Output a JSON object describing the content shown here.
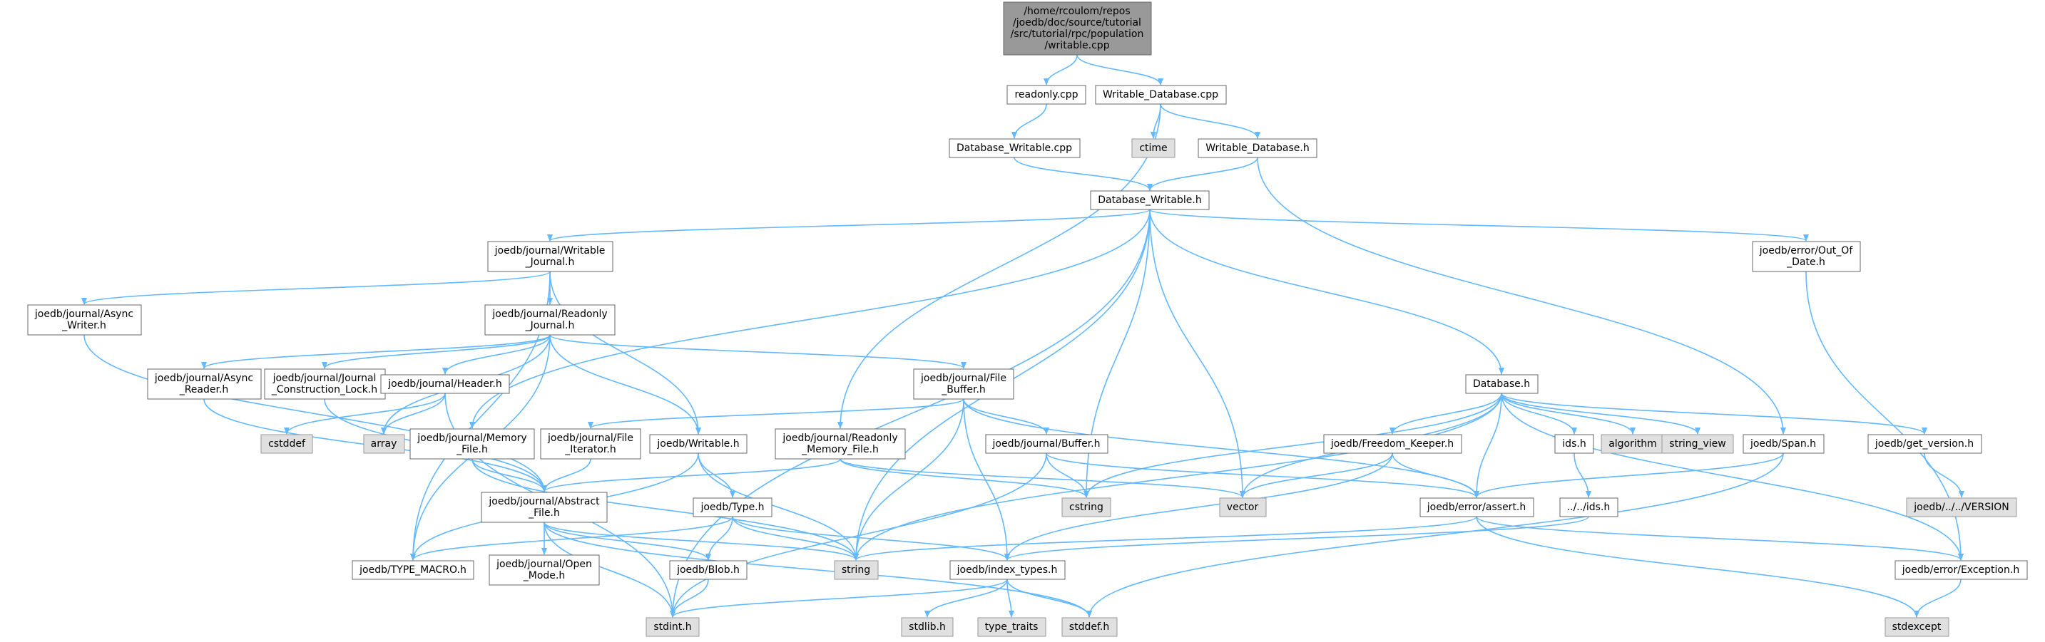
{
  "colors": {
    "edge": "#63b8ff",
    "node_fill": "#ffffff",
    "node_stroke": "#666666",
    "root_fill": "#999999",
    "root_stroke": "#666666",
    "external_fill": "#e0e0e0",
    "external_stroke": "#999999"
  },
  "nodes": [
    {
      "id": "root",
      "kind": "root",
      "lines": [
        "/home/rcoulom/repos",
        "/joedb/doc/source/tutorial",
        "/src/tutorial/rpc/population",
        "/writable.cpp"
      ]
    },
    {
      "id": "readonly_cpp",
      "kind": "file",
      "lines": [
        "readonly.cpp"
      ]
    },
    {
      "id": "writable_database_cpp",
      "kind": "file",
      "lines": [
        "Writable_Database.cpp"
      ]
    },
    {
      "id": "database_writable_cpp",
      "kind": "file",
      "lines": [
        "Database_Writable.cpp"
      ]
    },
    {
      "id": "ctime",
      "kind": "external",
      "lines": [
        "ctime"
      ]
    },
    {
      "id": "writable_database_h",
      "kind": "file",
      "lines": [
        "Writable_Database.h"
      ]
    },
    {
      "id": "database_writable_h",
      "kind": "file",
      "lines": [
        "Database_Writable.h"
      ]
    },
    {
      "id": "writable_journal_h",
      "kind": "file",
      "lines": [
        "joedb/journal/Writable",
        "_Journal.h"
      ]
    },
    {
      "id": "out_of_date_h",
      "kind": "file",
      "lines": [
        "joedb/error/Out_Of",
        "_Date.h"
      ]
    },
    {
      "id": "async_writer_h",
      "kind": "file",
      "lines": [
        "joedb/journal/Async",
        "_Writer.h"
      ]
    },
    {
      "id": "readonly_journal_h",
      "kind": "file",
      "lines": [
        "joedb/journal/Readonly",
        "_Journal.h"
      ]
    },
    {
      "id": "async_reader_h",
      "kind": "file",
      "lines": [
        "joedb/journal/Async",
        "_Reader.h"
      ]
    },
    {
      "id": "journal_construction_lock_h",
      "kind": "file",
      "lines": [
        "joedb/journal/Journal",
        "_Construction_Lock.h"
      ]
    },
    {
      "id": "header_h",
      "kind": "file",
      "lines": [
        "joedb/journal/Header.h"
      ]
    },
    {
      "id": "file_buffer_h",
      "kind": "file",
      "lines": [
        "joedb/journal/File",
        "_Buffer.h"
      ]
    },
    {
      "id": "database_h",
      "kind": "file",
      "lines": [
        "Database.h"
      ]
    },
    {
      "id": "cstddef",
      "kind": "external",
      "lines": [
        "cstddef"
      ]
    },
    {
      "id": "array",
      "kind": "external",
      "lines": [
        "array"
      ]
    },
    {
      "id": "memory_file_h",
      "kind": "file",
      "lines": [
        "joedb/journal/Memory",
        "_File.h"
      ]
    },
    {
      "id": "file_iterator_h",
      "kind": "file",
      "lines": [
        "joedb/journal/File",
        "_Iterator.h"
      ]
    },
    {
      "id": "writable_h",
      "kind": "file",
      "lines": [
        "joedb/Writable.h"
      ]
    },
    {
      "id": "readonly_memory_file_h",
      "kind": "file",
      "lines": [
        "joedb/journal/Readonly",
        "_Memory_File.h"
      ]
    },
    {
      "id": "buffer_h",
      "kind": "file",
      "lines": [
        "joedb/journal/Buffer.h"
      ]
    },
    {
      "id": "freedom_keeper_h",
      "kind": "file",
      "lines": [
        "joedb/Freedom_Keeper.h"
      ]
    },
    {
      "id": "ids_h",
      "kind": "file",
      "lines": [
        "ids.h"
      ]
    },
    {
      "id": "algorithm",
      "kind": "external",
      "lines": [
        "algorithm"
      ]
    },
    {
      "id": "string_view",
      "kind": "external",
      "lines": [
        "string_view"
      ]
    },
    {
      "id": "span_h",
      "kind": "file",
      "lines": [
        "joedb/Span.h"
      ]
    },
    {
      "id": "get_version_h",
      "kind": "file",
      "lines": [
        "joedb/get_version.h"
      ]
    },
    {
      "id": "abstract_file_h",
      "kind": "file",
      "lines": [
        "joedb/journal/Abstract",
        "_File.h"
      ]
    },
    {
      "id": "type_h",
      "kind": "file",
      "lines": [
        "joedb/Type.h"
      ]
    },
    {
      "id": "cstring",
      "kind": "external",
      "lines": [
        "cstring"
      ]
    },
    {
      "id": "vector",
      "kind": "external",
      "lines": [
        "vector"
      ]
    },
    {
      "id": "assert_h",
      "kind": "file",
      "lines": [
        "joedb/error/assert.h"
      ]
    },
    {
      "id": "dotdot_ids_h",
      "kind": "file",
      "lines": [
        "../../ids.h"
      ]
    },
    {
      "id": "version",
      "kind": "external",
      "lines": [
        "joedb/../../VERSION"
      ]
    },
    {
      "id": "type_macro_h",
      "kind": "file",
      "lines": [
        "joedb/TYPE_MACRO.h"
      ]
    },
    {
      "id": "open_mode_h",
      "kind": "file",
      "lines": [
        "joedb/journal/Open",
        "_Mode.h"
      ]
    },
    {
      "id": "blob_h",
      "kind": "file",
      "lines": [
        "joedb/Blob.h"
      ]
    },
    {
      "id": "string",
      "kind": "external",
      "lines": [
        "string"
      ]
    },
    {
      "id": "index_types_h",
      "kind": "file",
      "lines": [
        "joedb/index_types.h"
      ]
    },
    {
      "id": "exception_h",
      "kind": "file",
      "lines": [
        "joedb/error/Exception.h"
      ]
    },
    {
      "id": "stdint_h",
      "kind": "external",
      "lines": [
        "stdint.h"
      ]
    },
    {
      "id": "stdlib_h",
      "kind": "external",
      "lines": [
        "stdlib.h"
      ]
    },
    {
      "id": "type_traits",
      "kind": "external",
      "lines": [
        "type_traits"
      ]
    },
    {
      "id": "stddef_h",
      "kind": "external",
      "lines": [
        "stddef.h"
      ]
    },
    {
      "id": "stdexcept",
      "kind": "external",
      "lines": [
        "stdexcept"
      ]
    }
  ],
  "edges": [
    [
      "root",
      "readonly_cpp"
    ],
    [
      "root",
      "writable_database_cpp"
    ],
    [
      "readonly_cpp",
      "database_writable_cpp"
    ],
    [
      "writable_database_cpp",
      "readonly_memory_file_h"
    ],
    [
      "writable_database_cpp",
      "ctime"
    ],
    [
      "writable_database_cpp",
      "writable_database_h"
    ],
    [
      "database_writable_cpp",
      "database_writable_h"
    ],
    [
      "writable_database_h",
      "database_writable_h"
    ],
    [
      "writable_database_h",
      "span_h"
    ],
    [
      "database_writable_h",
      "writable_journal_h"
    ],
    [
      "database_writable_h",
      "memory_file_h"
    ],
    [
      "database_writable_h",
      "cstring"
    ],
    [
      "database_writable_h",
      "string"
    ],
    [
      "database_writable_h",
      "vector"
    ],
    [
      "database_writable_h",
      "database_h"
    ],
    [
      "database_writable_h",
      "out_of_date_h"
    ],
    [
      "database_writable_h",
      "stdint_h"
    ],
    [
      "writable_journal_h",
      "async_writer_h"
    ],
    [
      "writable_journal_h",
      "readonly_journal_h"
    ],
    [
      "writable_journal_h",
      "writable_h"
    ],
    [
      "writable_journal_h",
      "type_macro_h"
    ],
    [
      "out_of_date_h",
      "exception_h"
    ],
    [
      "async_writer_h",
      "abstract_file_h"
    ],
    [
      "readonly_journal_h",
      "async_reader_h"
    ],
    [
      "readonly_journal_h",
      "journal_construction_lock_h"
    ],
    [
      "readonly_journal_h",
      "header_h"
    ],
    [
      "readonly_journal_h",
      "file_buffer_h"
    ],
    [
      "readonly_journal_h",
      "array"
    ],
    [
      "readonly_journal_h",
      "writable_h"
    ],
    [
      "readonly_journal_h",
      "type_macro_h"
    ],
    [
      "async_reader_h",
      "abstract_file_h"
    ],
    [
      "journal_construction_lock_h",
      "abstract_file_h"
    ],
    [
      "header_h",
      "cstddef"
    ],
    [
      "header_h",
      "array"
    ],
    [
      "header_h",
      "stdint_h"
    ],
    [
      "file_buffer_h",
      "file_iterator_h"
    ],
    [
      "file_buffer_h",
      "buffer_h"
    ],
    [
      "file_buffer_h",
      "index_types_h"
    ],
    [
      "file_buffer_h",
      "string"
    ],
    [
      "file_buffer_h",
      "assert_h"
    ],
    [
      "database_h",
      "freedom_keeper_h"
    ],
    [
      "database_h",
      "ids_h"
    ],
    [
      "database_h",
      "algorithm"
    ],
    [
      "database_h",
      "string_view"
    ],
    [
      "database_h",
      "get_version_h"
    ],
    [
      "database_h",
      "assert_h"
    ],
    [
      "database_h",
      "exception_h"
    ],
    [
      "database_h",
      "cstring"
    ],
    [
      "database_h",
      "vector"
    ],
    [
      "database_h",
      "string"
    ],
    [
      "memory_file_h",
      "abstract_file_h"
    ],
    [
      "memory_file_h",
      "string"
    ],
    [
      "file_iterator_h",
      "abstract_file_h"
    ],
    [
      "writable_h",
      "type_h"
    ],
    [
      "writable_h",
      "type_macro_h"
    ],
    [
      "writable_h",
      "string"
    ],
    [
      "readonly_memory_file_h",
      "abstract_file_h"
    ],
    [
      "readonly_memory_file_h",
      "cstring"
    ],
    [
      "readonly_memory_file_h",
      "vector"
    ],
    [
      "buffer_h",
      "cstring"
    ],
    [
      "buffer_h",
      "assert_h"
    ],
    [
      "buffer_h",
      "stdint_h"
    ],
    [
      "freedom_keeper_h",
      "vector"
    ],
    [
      "freedom_keeper_h",
      "assert_h"
    ],
    [
      "freedom_keeper_h",
      "index_types_h"
    ],
    [
      "ids_h",
      "dotdot_ids_h"
    ],
    [
      "span_h",
      "assert_h"
    ],
    [
      "span_h",
      "stddef_h"
    ],
    [
      "get_version_h",
      "version"
    ],
    [
      "abstract_file_h",
      "open_mode_h"
    ],
    [
      "abstract_file_h",
      "blob_h"
    ],
    [
      "abstract_file_h",
      "string"
    ],
    [
      "abstract_file_h",
      "stdint_h"
    ],
    [
      "abstract_file_h",
      "stddef_h"
    ],
    [
      "type_h",
      "type_macro_h"
    ],
    [
      "type_h",
      "blob_h"
    ],
    [
      "type_h",
      "string"
    ],
    [
      "type_h",
      "index_types_h"
    ],
    [
      "assert_h",
      "exception_h"
    ],
    [
      "assert_h",
      "stdexcept"
    ],
    [
      "assert_h",
      "string"
    ],
    [
      "dotdot_ids_h",
      "index_types_h"
    ],
    [
      "blob_h",
      "stdint_h"
    ],
    [
      "index_types_h",
      "stdint_h"
    ],
    [
      "index_types_h",
      "stdlib_h"
    ],
    [
      "index_types_h",
      "type_traits"
    ],
    [
      "index_types_h",
      "stddef_h"
    ],
    [
      "exception_h",
      "stdexcept"
    ]
  ]
}
